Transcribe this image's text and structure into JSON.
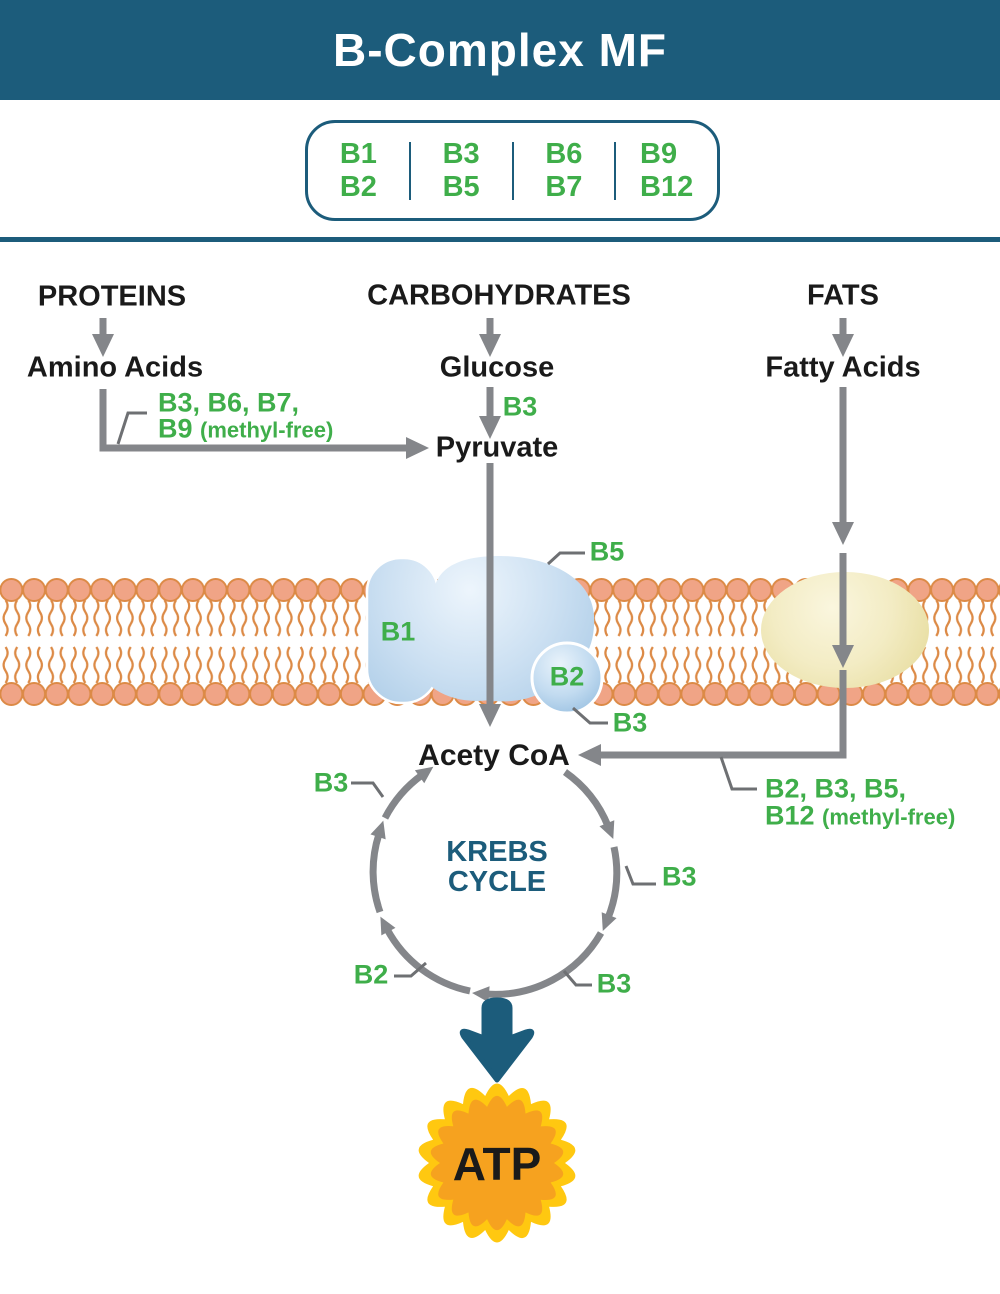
{
  "header": {
    "title": "B-Complex MF"
  },
  "vitamin_box": {
    "columns": [
      [
        "B1",
        "B2"
      ],
      [
        "B3",
        "B5"
      ],
      [
        "B6",
        "B7"
      ],
      [
        "B9",
        "B12"
      ]
    ]
  },
  "pathway_proteins": {
    "source": "PROTEINS",
    "metabolite": "Amino Acids",
    "cofactors_line1": "B3, B6, B7,",
    "cofactors_line2_b": "B9",
    "cofactors_line2_note": "(methyl-free)"
  },
  "pathway_carbs": {
    "source": "CARBOHYDRATES",
    "metabolite": "Glucose",
    "cofactor": "B3",
    "product": "Pyruvate"
  },
  "pathway_fats": {
    "source": "FATS",
    "metabolite": "Fatty Acids",
    "cofactors_line1": "B2, B3, B5,",
    "cofactors_line2_b": "B12",
    "cofactors_line2_note": "(methyl-free)"
  },
  "membrane": {
    "transporter_b1": "B1",
    "transporter_b5": "B5",
    "transporter_b2": "B2",
    "transporter_b3": "B3"
  },
  "krebs": {
    "entry": "Acety CoA",
    "title_line1": "KREBS",
    "title_line2": "CYCLE",
    "cofactor_top_left": "B3",
    "cofactor_right": "B3",
    "cofactor_bottom_right": "B3",
    "cofactor_bottom_left": "B2"
  },
  "output": {
    "label": "ATP"
  },
  "colors": {
    "teal": "#1C5C7B",
    "green": "#3FAE4A",
    "line_gray": "#84868A",
    "membrane_orange": "#DC8A46",
    "membrane_head": "#F0A486",
    "atp_yellow": "#FFC810",
    "atp_orange": "#F6A21F"
  }
}
